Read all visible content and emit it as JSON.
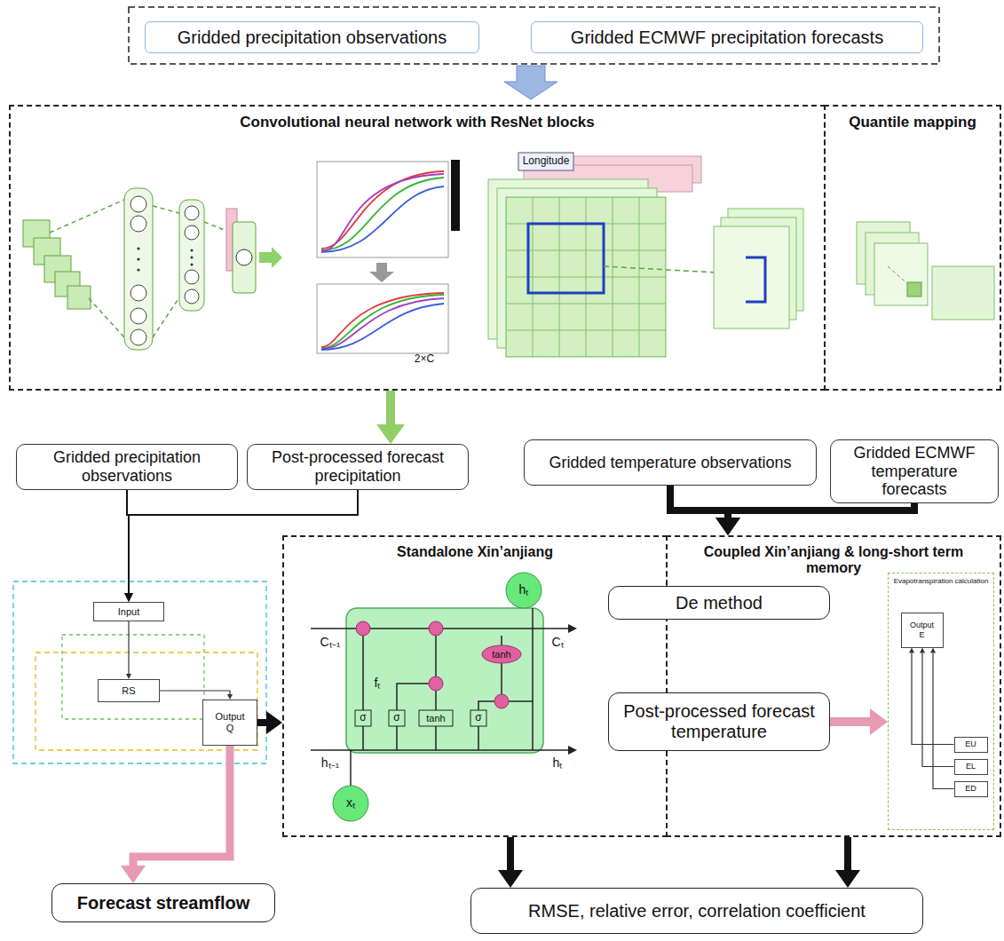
{
  "diagram": {
    "nodes": [
      {
        "text": [
          "Gridded precipitation observations"
        ]
      },
      {
        "text": [
          "Gridded ECMWF precipitation forecasts"
        ]
      },
      {
        "text": [
          "Convolutional neural network with ResNet blocks"
        ]
      },
      {
        "text": [
          "Quantile mapping"
        ]
      },
      {
        "text": [
          "Gridded precipitation observations"
        ]
      },
      {
        "text": [
          "Post-processed forecast precipitation"
        ]
      },
      {
        "text": [
          "Gridded temperature observations"
        ]
      },
      {
        "text": [
          "Gridded ECMWF temperature forecasts"
        ]
      },
      {
        "text": [
          "Input"
        ]
      },
      {
        "text": [
          "RS"
        ]
      },
      {
        "text": [
          "Output",
          "Q"
        ]
      },
      {
        "text": [
          "Standalone Xin’anjiang"
        ]
      },
      {
        "text": [
          "Coupled Xin’anjiang & long-short term memory"
        ]
      },
      {
        "text": [
          "De method"
        ],
        "in": 12
      },
      {
        "text": [
          "Post-processed forecast temperature"
        ],
        "in": 12
      },
      {
        "text": [
          "Evapotranspiration calculation"
        ],
        "in": 12
      },
      {
        "text": [
          "Output",
          "E"
        ],
        "in": 15
      },
      {
        "text": [
          "EU"
        ],
        "in": 15
      },
      {
        "text": [
          "EL"
        ],
        "in": 15
      },
      {
        "text": [
          "ED"
        ],
        "in": 15
      },
      {
        "text": [
          "Forecast streamflow"
        ]
      },
      {
        "text": [
          "RMSE, relative error, correlation coefficient"
        ]
      }
    ],
    "edges": [
      {
        "from": 2,
        "to": 5,
        "arrow": "to"
      },
      {
        "from": 4,
        "to": 8,
        "arrow": "to"
      },
      {
        "from": 5,
        "to": 8,
        "arrow": "to"
      },
      {
        "from": 6,
        "to": 12,
        "arrow": "to"
      },
      {
        "from": 7,
        "to": 12,
        "arrow": "to"
      },
      {
        "from": 10,
        "to": 11,
        "arrow": "to"
      },
      {
        "from": 14,
        "to": 15,
        "arrow": "to"
      },
      {
        "from": 17,
        "to": 16,
        "arrow": "to"
      },
      {
        "from": 18,
        "to": 16,
        "arrow": "to"
      },
      {
        "from": 19,
        "to": 16,
        "arrow": "to"
      },
      {
        "from": 8,
        "to": 9,
        "arrow": "to"
      },
      {
        "from": 9,
        "to": 10,
        "arrow": "to"
      },
      {
        "from": 10,
        "to": 20,
        "arrow": "to"
      },
      {
        "from": 11,
        "to": 21,
        "arrow": "to"
      },
      {
        "from": 12,
        "to": 21,
        "arrow": "to"
      }
    ],
    "labels": [
      "Longitude",
      "2×C",
      "hₜ",
      "Cₜ₋₁",
      "Cₜ",
      "fₜ",
      "σ",
      "σ",
      "tanh",
      "σ",
      "tanh",
      "hₜ₋₁",
      "hₜ",
      "xₜ"
    ]
  }
}
